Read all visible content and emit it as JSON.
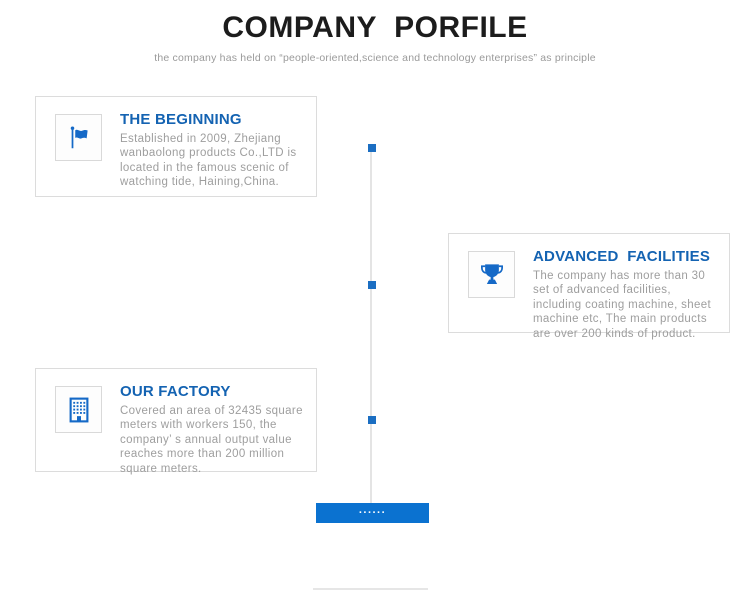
{
  "header": {
    "title": "COMPANY  PORFILE",
    "subtitle": "the company has held on “people-oriented,science and technology enterprises” as principle"
  },
  "cards": [
    {
      "icon": "flag-icon",
      "title": "THE BEGINNING",
      "body": "Established in 2009, Zhejiang\nwanbaolong products Co.,LTD is\nlocated in the famous scenic of\nwatching tide, Haining,China."
    },
    {
      "icon": "trophy-icon",
      "title": "ADVANCED  FACILITIES",
      "body": "The company has more than 30\nset of advanced facilities,\nincluding coating machine, sheet\nmachine etc, The main products\nare over 200 kinds of product."
    },
    {
      "icon": "building-icon",
      "title": "OUR FACTORY",
      "body": "Covered an area of 32435 square\nmeters with workers 150, the\ncompany’ s annual output value\nreaches more than 200 million\nsquare meters."
    }
  ],
  "timeline": {
    "dot_count": 3
  },
  "more_button": {
    "label": "......"
  },
  "colors": {
    "accent_blue": "#1463b2",
    "icon_blue": "#1569c7",
    "dot_blue": "#1b6ec2",
    "button_blue": "#0b72d0",
    "body_gray": "#9e9e9e"
  }
}
